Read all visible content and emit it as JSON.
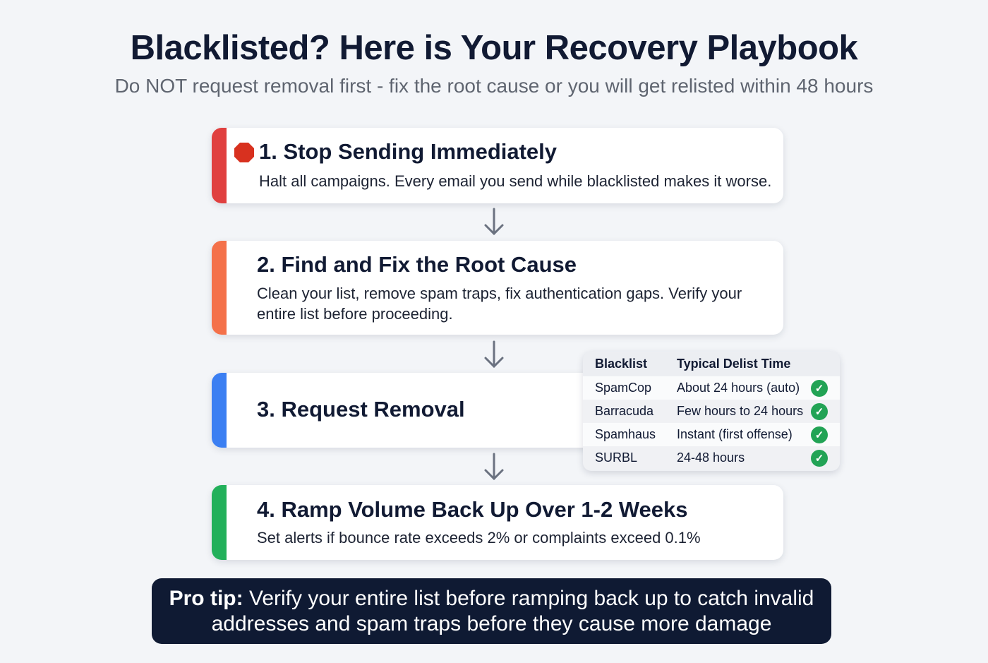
{
  "title": "Blacklisted? Here is Your Recovery Playbook",
  "subtitle": "Do NOT request removal first - fix the root cause or you will get relisted within 48 hours",
  "steps": [
    {
      "title": "1. Stop Sending Immediately",
      "body": "Halt all campaigns. Every email you send while blacklisted makes it worse.",
      "color": "#e0403f",
      "icon": "stop-sign-icon"
    },
    {
      "title": "2. Find and Fix the Root Cause",
      "body": "Clean your list, remove spam traps, fix authentication gaps. Verify your entire list before proceeding.",
      "color": "#f4714a"
    },
    {
      "title": "3. Request Removal",
      "body": "",
      "color": "#3b7ff2"
    },
    {
      "title": "4. Ramp Volume Back Up Over 1-2 Weeks",
      "body": "Set alerts if bounce rate exceeds 2% or complaints exceed 0.1%",
      "color": "#22b05a"
    }
  ],
  "table": {
    "headers": [
      "Blacklist",
      "Typical Delist Time"
    ],
    "rows": [
      [
        "SpamCop",
        "About 24 hours (auto)"
      ],
      [
        "Barracuda",
        "Few hours to 24 hours"
      ],
      [
        "Spamhaus",
        "Instant (first offense)"
      ],
      [
        "SURBL",
        "24-48 hours"
      ]
    ],
    "check_icon": "check-circle-icon",
    "check_color": "#22a355"
  },
  "tip": {
    "label": "Pro tip:",
    "text": " Verify your entire list before ramping back up to catch invalid addresses and spam traps before they cause more damage"
  }
}
